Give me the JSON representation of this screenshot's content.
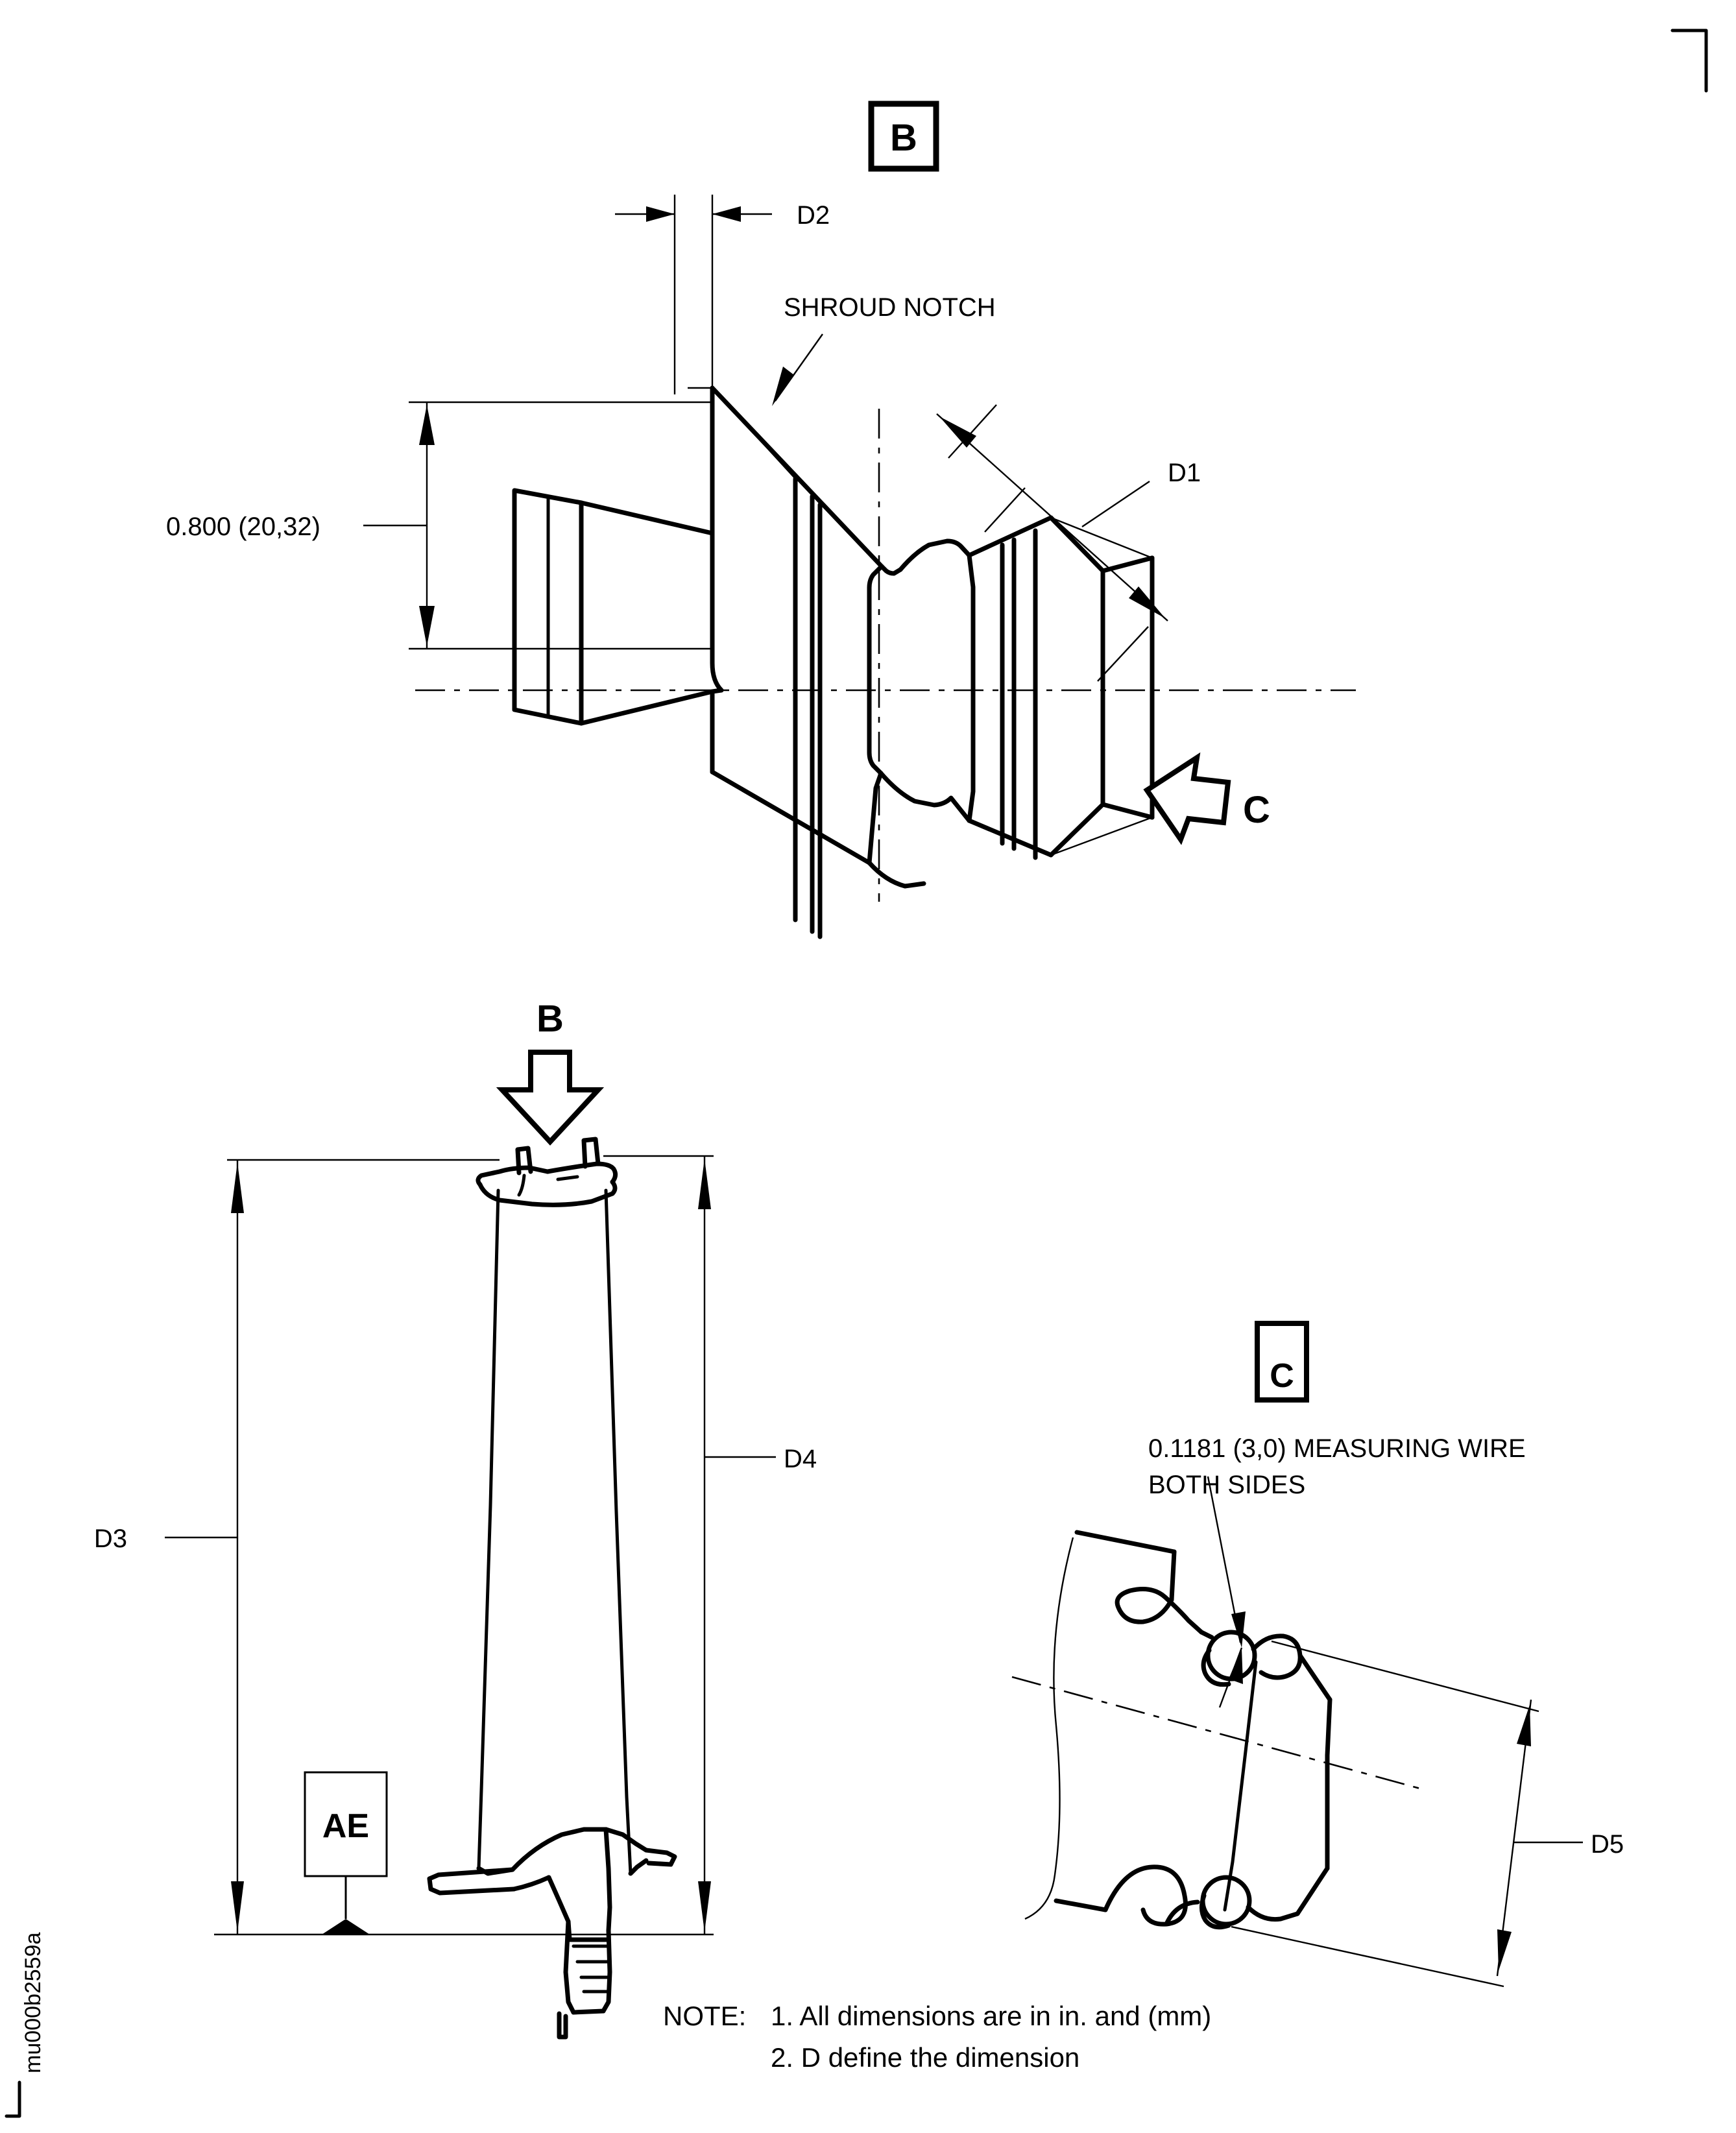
{
  "sheet": {
    "figure_id": "mu000b2559a",
    "corner_mark": "crop-mark"
  },
  "detail_b": {
    "flag_label": "B",
    "dim_d2": "D2",
    "callout_shroud_notch": "SHROUD NOTCH",
    "dim_d1": "D1",
    "dim_height": "0.800  (20,32)",
    "view_arrow_c": "C"
  },
  "profile_view": {
    "view_arrow_b": "B",
    "dim_d3": "D3",
    "dim_d4": "D4",
    "datum_label": "AE"
  },
  "detail_c": {
    "flag_label": "C",
    "callout_line1": "0.1181 (3,0) MEASURING WIRE",
    "callout_line2": "BOTH SIDES",
    "dim_d5": "D5"
  },
  "notes": {
    "prefix": "NOTE:",
    "items": [
      "1. All dimensions are in in. and (mm)",
      "2. D define the dimension"
    ]
  },
  "colors": {
    "ink": "#000000",
    "paper": "#ffffff"
  }
}
